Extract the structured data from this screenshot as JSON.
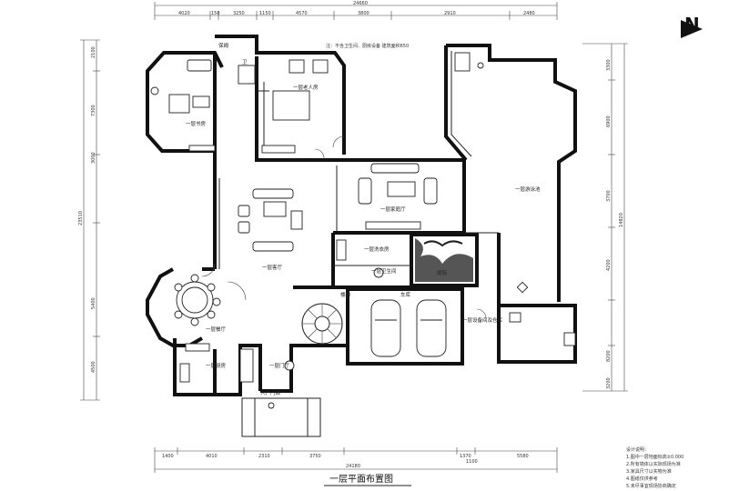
{
  "title": "一层平面布置图",
  "north_mark": "N",
  "top_total": "24660",
  "top_dims": [
    "4020",
    "150",
    "3250",
    "1150",
    "4570",
    "3800",
    "2910",
    "2480"
  ],
  "bottom_total": "24180",
  "bottom_dims": [
    "1400",
    "4010",
    "2310",
    "3750",
    "1370",
    "1100",
    "5580"
  ],
  "left_total": "23510",
  "left_dims": [
    "2100",
    "7300",
    "3000",
    "5400",
    "4500"
  ],
  "right_total": "14820",
  "right_dims": [
    "3300",
    "6900",
    "3700",
    "4200",
    "8200",
    "3200"
  ],
  "header_note": "注：不含卫生间、厨房设备  建筑面积650",
  "rooms": {
    "study": "一层书房",
    "elder": "一层老人房",
    "family": "一层家庭厅",
    "living": "一层客厅",
    "pool": "一层游泳池",
    "dining": "一层餐厅",
    "kitchen": "一层厨房",
    "laundry": "一层洗衣房",
    "bath": "一层卫生间",
    "stair": "楼梯",
    "garage": "车库",
    "garden": "庭院",
    "equipment": "一层设备间及仓库",
    "foyer": "一层门厅",
    "entrance": "入户门廊",
    "toilet": "卫",
    "maid": "保姆"
  },
  "notes": [
    "设计说明：",
    "1.图中一层地面标高±0.000",
    "2.所有墙体以实际现场为准",
    "3.家具尺寸以实物为准",
    "4.图纸仅供参考",
    "5.未尽事宜现场协商确定"
  ]
}
